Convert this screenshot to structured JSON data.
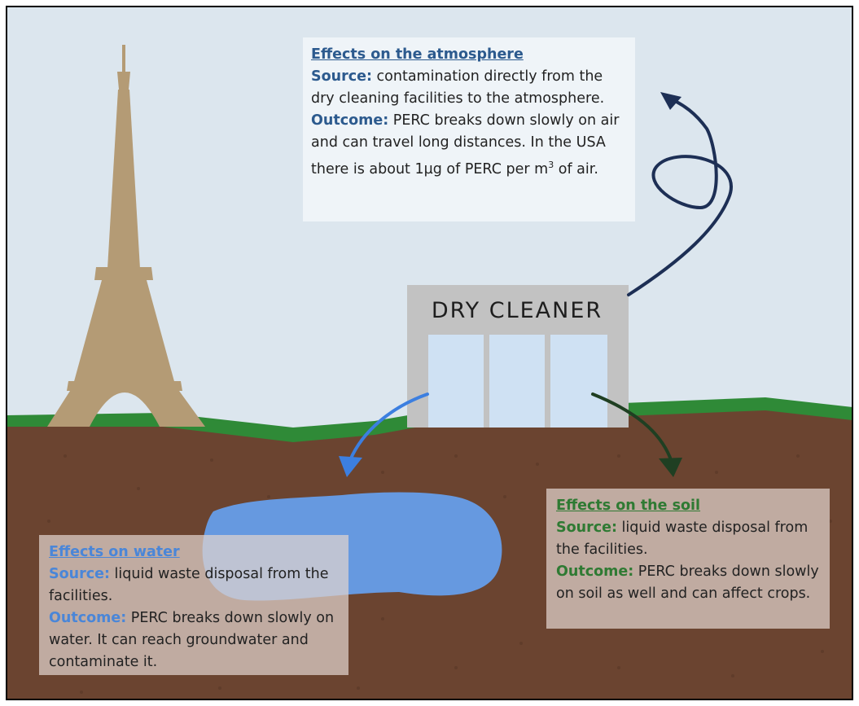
{
  "colors": {
    "sky": "#dce6ee",
    "soil": "#6b4430",
    "grass": "#2f8a37",
    "tower": "#b49b75",
    "building": "#c2c2c2",
    "window": "#cfe1f3",
    "water": "#6699e0",
    "arrow_air": "#1d2f55",
    "arrow_water": "#3c7fe0",
    "arrow_soil": "#1f3f22"
  },
  "building": {
    "sign": "DRY CLEANER"
  },
  "atmosphere": {
    "heading": "Effects on the atmosphere",
    "source_label": "Source:",
    "source_text": "contamination directly from the dry cleaning facilities to the atmosphere.",
    "outcome_label": "Outcome:",
    "outcome_text_1": "PERC breaks down slowly on air and can travel long distances. In the USA there is about 1µg of PERC per m",
    "outcome_sup": "3",
    "outcome_text_2": " of air."
  },
  "water": {
    "heading": "Effects on water",
    "source_label": "Source:",
    "source_text": "liquid waste disposal from the facilities.",
    "outcome_label": "Outcome:",
    "outcome_text": "PERC breaks down slowly on water. It can reach groundwater and contaminate it."
  },
  "soil": {
    "heading": "Effects on the soil",
    "source_label": "Source:",
    "source_text": "liquid waste disposal from the facilities.",
    "outcome_label": "Outcome:",
    "outcome_text": "PERC breaks down slowly on soil as well and can affect crops."
  }
}
